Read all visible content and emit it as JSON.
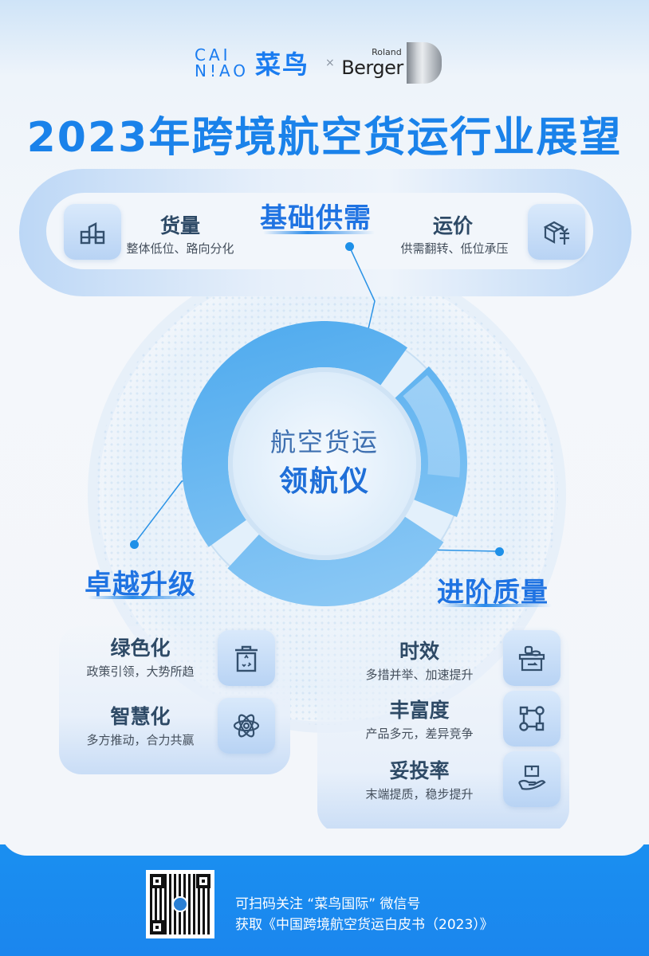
{
  "header": {
    "cainiao_logo_en_line1": "CAI",
    "cainiao_logo_en_line2": "N!AO",
    "cainiao_logo_cn": "菜鸟",
    "times": "×",
    "partner_small": "Roland",
    "partner_large": "Berger",
    "title": "2023年跨境航空货运行业展望"
  },
  "colors": {
    "title_blue": "#1a82ea",
    "section_blue": "#1f73e2",
    "item_title": "#2e4a66",
    "footer_blue": "#1a8ff0"
  },
  "supply_demand": {
    "label": "基础供需",
    "items": [
      {
        "title": "货量",
        "subtitle": "整体低位、路向分化",
        "icon": "buildings-chart-icon"
      },
      {
        "title": "运价",
        "subtitle": "供需翻转、低位承压",
        "icon": "box-price-icon"
      }
    ]
  },
  "dial": {
    "line1": "航空货运",
    "line2": "领航仪"
  },
  "excellence_upgrade": {
    "label": "卓越升级",
    "items": [
      {
        "title": "绿色化",
        "subtitle": "政策引领，大势所趋",
        "icon": "recycle-bin-icon"
      },
      {
        "title": "智慧化",
        "subtitle": "多方推动，合力共赢",
        "icon": "atom-icon"
      }
    ]
  },
  "advanced_quality": {
    "label": "进阶质量",
    "items": [
      {
        "title": "时效",
        "subtitle": "多措并举、加速提升",
        "icon": "parcel-stack-icon"
      },
      {
        "title": "丰富度",
        "subtitle": "产品多元，差异竞争",
        "icon": "network-nodes-icon"
      },
      {
        "title": "妥投率",
        "subtitle": "末端提质，稳步提升",
        "icon": "hand-package-icon"
      }
    ]
  },
  "footer": {
    "line1": "可扫码关注 “菜鸟国际” 微信号",
    "line2": "获取《中国跨境航空货运白皮书（2023）》",
    "qr_label": "qr-code"
  }
}
